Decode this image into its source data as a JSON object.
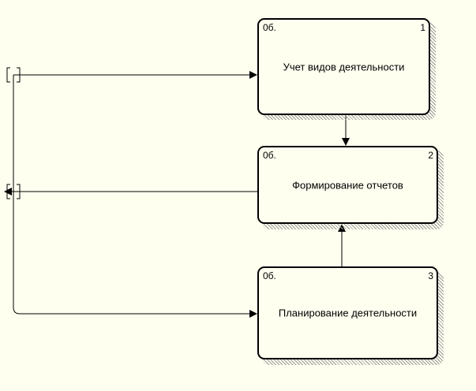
{
  "diagram": {
    "boxes": [
      {
        "cost": "0б.",
        "number": "1",
        "label": "Учет видов деятельности"
      },
      {
        "cost": "0б.",
        "number": "2",
        "label": "Формирование отчетов"
      },
      {
        "cost": "0б.",
        "number": "3",
        "label": "Планирование деятельности"
      }
    ]
  }
}
